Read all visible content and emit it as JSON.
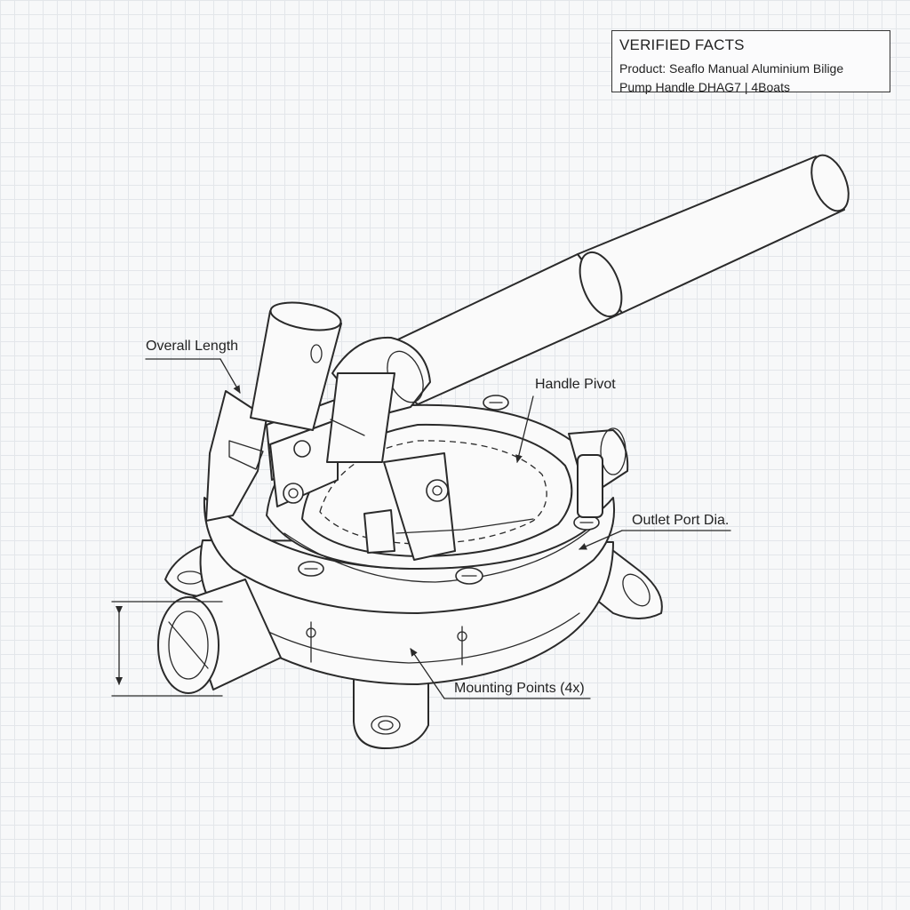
{
  "facts": {
    "title": "VERIFIED FACTS",
    "line1": "Product: Seaflo Manual Aluminium Bilige",
    "line2": "Pump Handle DHAG7 | 4Boats"
  },
  "callouts": {
    "overall_length": "Overall Length",
    "handle_pivot": "Handle Pivot",
    "outlet_port": "Outlet Port Dia.",
    "mounting_points": "Mounting Points (4x)"
  }
}
